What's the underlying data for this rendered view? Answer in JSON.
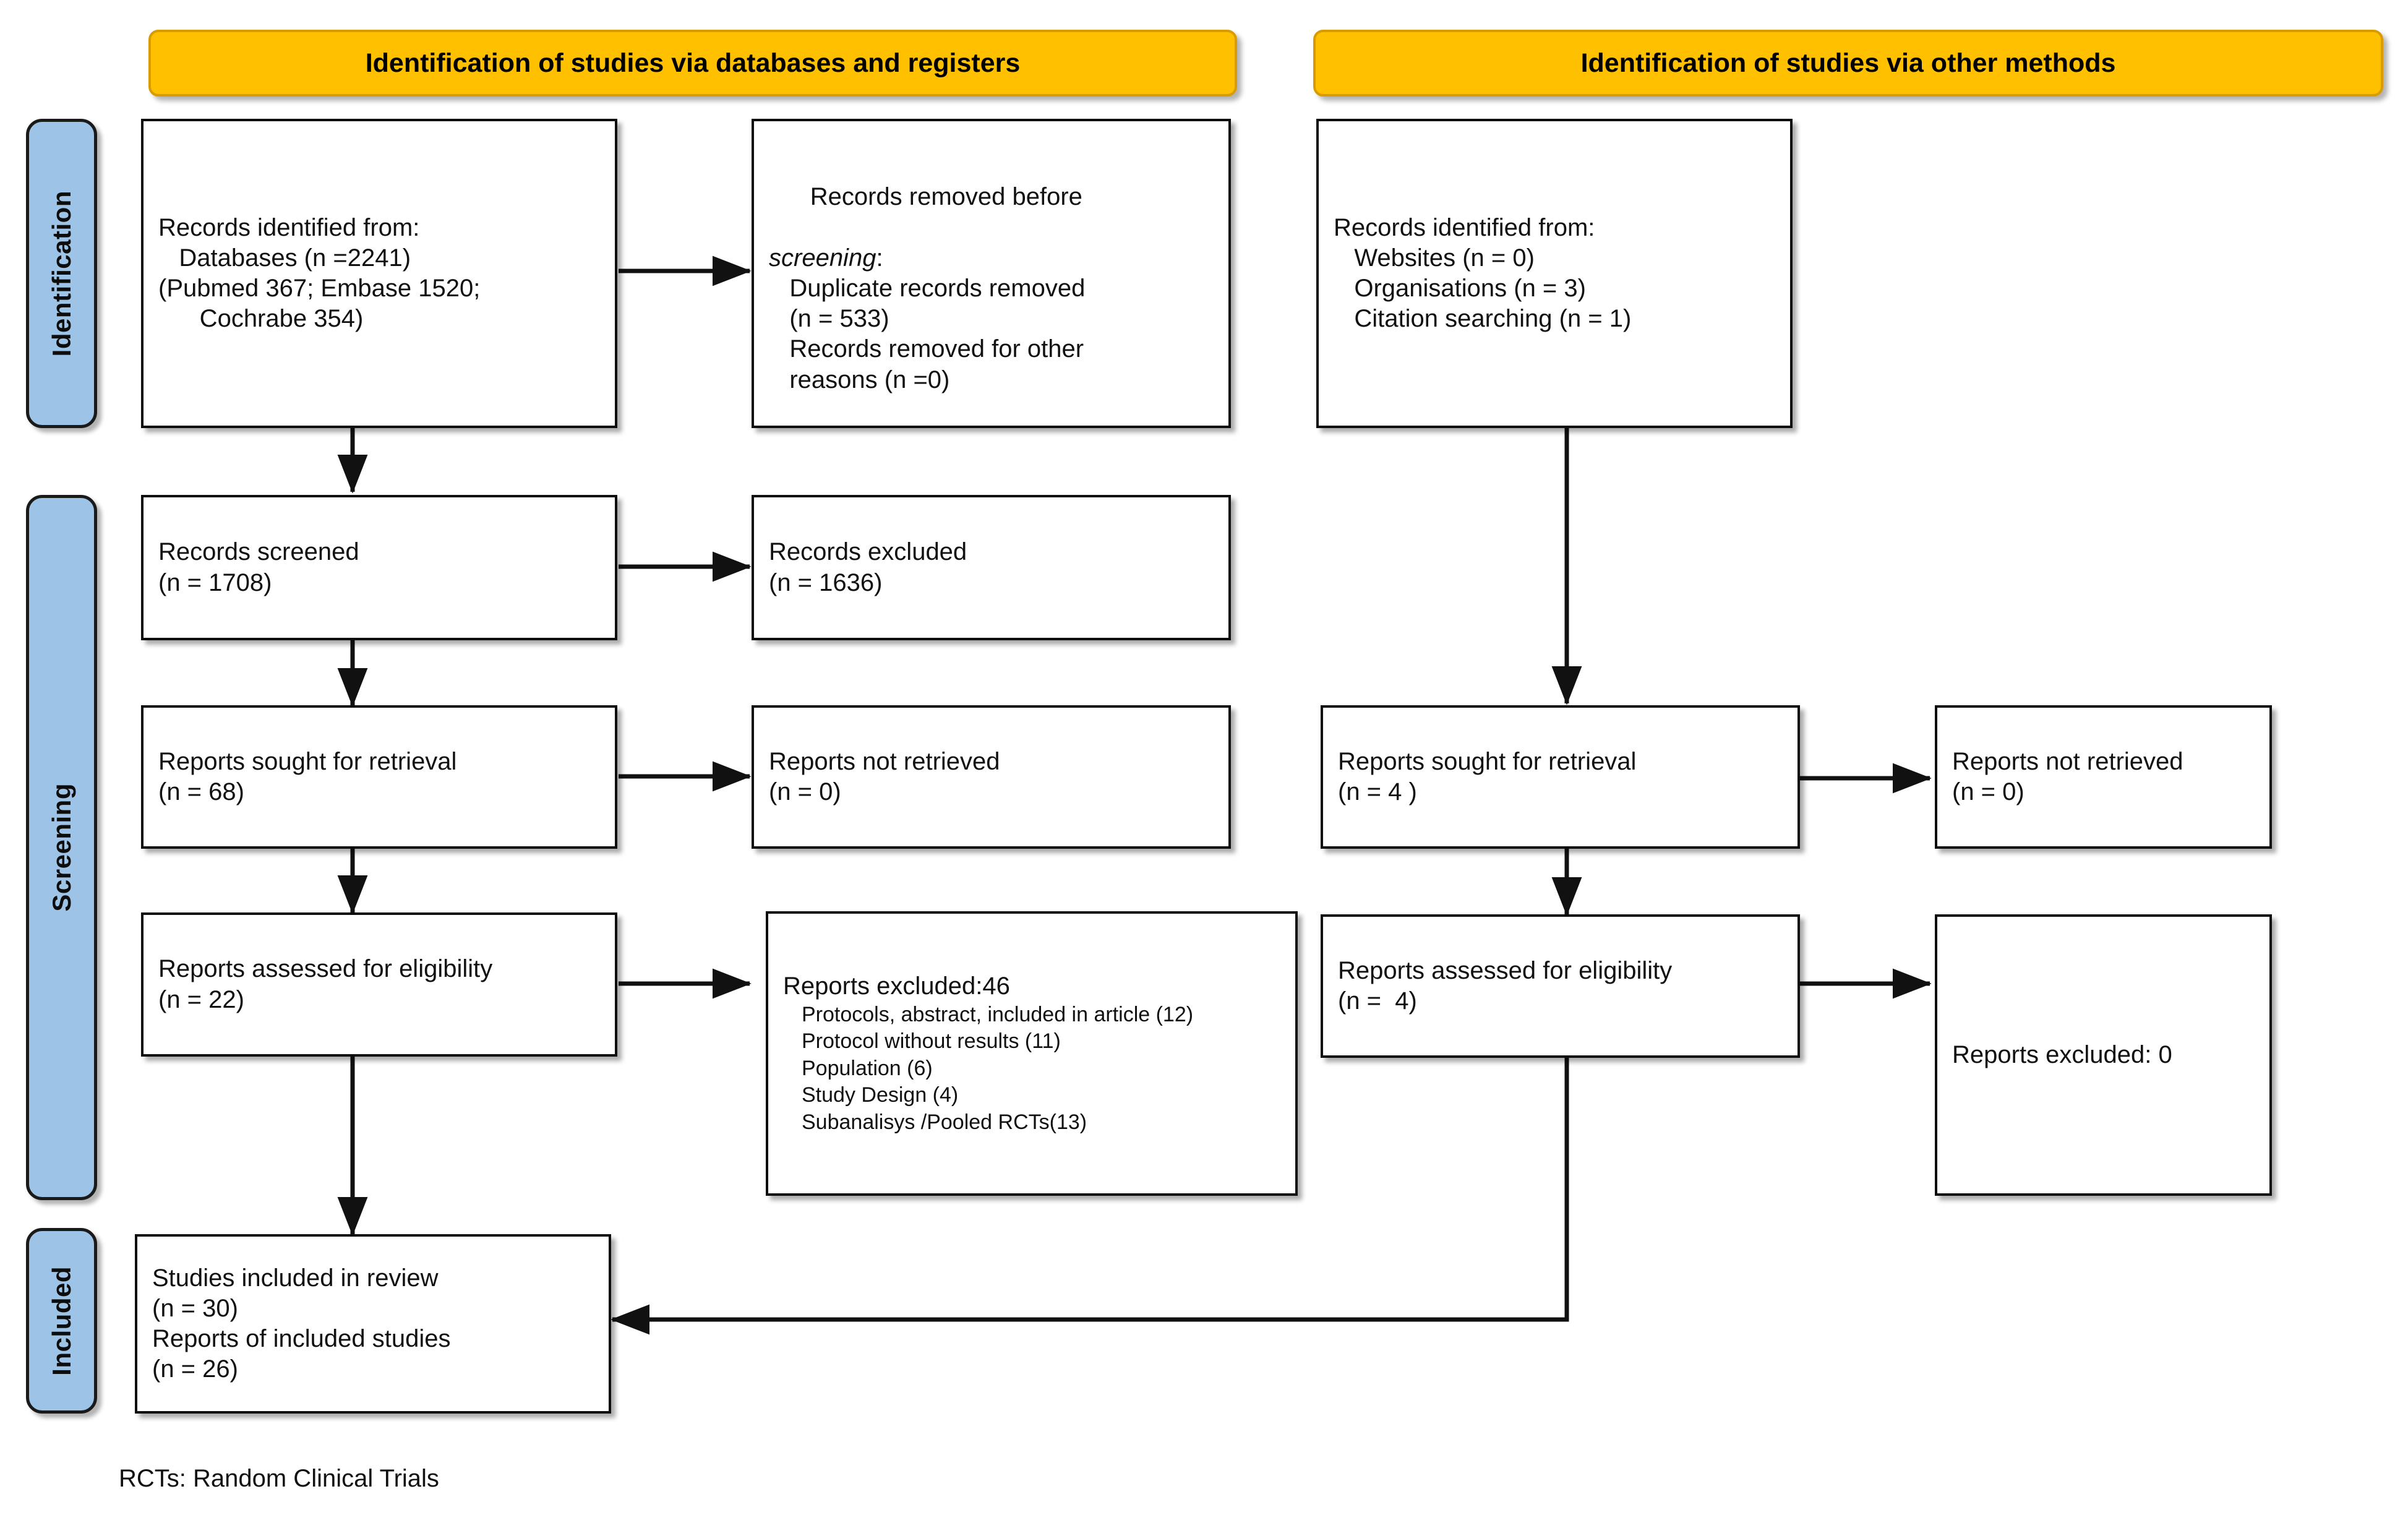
{
  "figure": {
    "type": "prisma-flow-diagram",
    "footnote": "RCTs: Random Clinical Trials"
  },
  "stages": [
    {
      "id": "identification",
      "label": "Identification"
    },
    {
      "id": "screening",
      "label": "Screening"
    },
    {
      "id": "included",
      "label": "Included"
    }
  ],
  "banners": {
    "databases": "Identification of studies via databases and registers",
    "other": "Identification of studies via other methods"
  },
  "colors": {
    "banner_fill": "#FFC000",
    "banner_stroke": "#D99C00",
    "stage_fill": "#9DC3E6",
    "box_stroke": "#0D0D0D",
    "page_bg": "#FFFFFF"
  },
  "boxes": {
    "records_identified": {
      "lines": [
        "Records identified from:",
        "   Databases (n =2241)",
        "",
        "(Pubmed 367; Embase 1520;",
        "      Cochrabe 354)"
      ]
    },
    "records_removed": {
      "lines": [
        "Records removed before",
        "screening:",
        "   Duplicate records removed",
        "   (n = 533)",
        "   Records removed for other",
        "   reasons (n =0)"
      ],
      "italic_head": "Records removed before screening:"
    },
    "records_identified_other": {
      "lines": [
        "Records identified from:",
        "   Websites (n = 0)",
        "   Organisations (n = 3)",
        "   Citation searching (n = 1)"
      ]
    },
    "records_screened": {
      "lines": [
        "Records screened",
        "(n = 1708)"
      ]
    },
    "records_excluded": {
      "lines": [
        "Records excluded",
        "(n = 1636)"
      ]
    },
    "reports_sought_left": {
      "lines": [
        "Reports sought for retrieval",
        "(n = 68)"
      ]
    },
    "reports_not_retrieved_left": {
      "lines": [
        "Reports not retrieved",
        "(n = 0)"
      ]
    },
    "reports_sought_right": {
      "lines": [
        "Reports sought for retrieval",
        "(n = 4 )"
      ]
    },
    "reports_not_retrieved_right": {
      "lines": [
        "Reports not retrieved",
        "(n = 0)"
      ]
    },
    "reports_assessed_left": {
      "lines": [
        "Reports assessed for eligibility",
        "(n = 22)"
      ]
    },
    "reports_excluded_left": {
      "heading": "Reports excluded:46",
      "reasons": [
        "Protocols, abstract, included in article (12)",
        "Protocol without results (11)",
        "Population (6)",
        "Study Design (4)",
        "Subanalisys /Pooled RCTs(13)"
      ]
    },
    "reports_assessed_right": {
      "lines": [
        "Reports assessed for eligibility",
        "(n =  4)"
      ]
    },
    "reports_excluded_right": {
      "lines": [
        "Reports excluded: 0"
      ]
    },
    "studies_included": {
      "lines": [
        "Studies included in review",
        "(n = 30)",
        "Reports of included studies",
        "(n = 26)"
      ]
    }
  }
}
